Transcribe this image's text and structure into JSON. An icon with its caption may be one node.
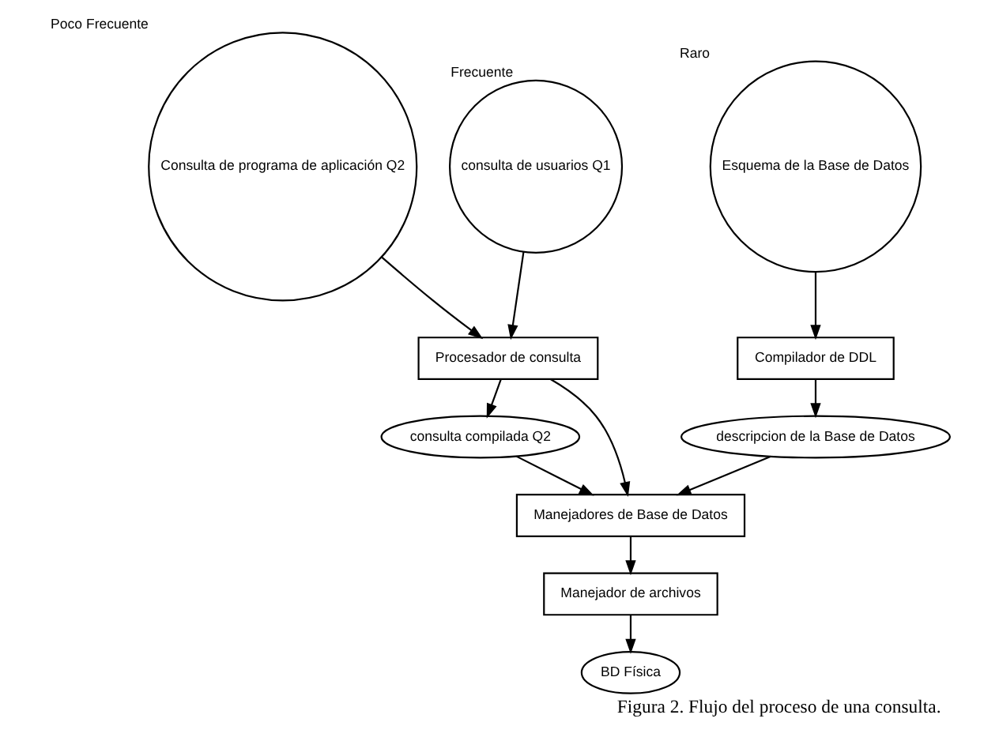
{
  "diagram": {
    "caption": "Figura 2. Flujo del proceso de una consulta.",
    "nodes": [
      {
        "text": [
          "Poco Frecuente",
          "Consulta de programa de aplicación Q2"
        ]
      },
      {
        "text": [
          "Frecuente",
          "consulta de usuarios Q1"
        ]
      },
      {
        "text": [
          "Raro",
          "Esquema de la Base de Datos"
        ]
      },
      {
        "text": [
          "Procesador de consulta"
        ]
      },
      {
        "text": [
          "Compilador de DDL"
        ]
      },
      {
        "text": [
          "consulta compilada Q2"
        ]
      },
      {
        "text": [
          "Manejadores de Base de Datos"
        ]
      },
      {
        "text": [
          "descripcion de la Base de Datos"
        ]
      },
      {
        "text": [
          "Manejador de archivos"
        ]
      },
      {
        "text": [
          "BD Física"
        ]
      }
    ],
    "edges": [
      {
        "from": 0,
        "to": 3,
        "arrow": "to"
      },
      {
        "from": 1,
        "to": 3,
        "arrow": "to"
      },
      {
        "from": 2,
        "to": 4,
        "arrow": "to"
      },
      {
        "from": 3,
        "to": 5,
        "arrow": "to"
      },
      {
        "from": 3,
        "to": 6,
        "arrow": "to"
      },
      {
        "from": 4,
        "to": 7,
        "arrow": "to"
      },
      {
        "from": 5,
        "to": 6,
        "arrow": "to"
      },
      {
        "from": 7,
        "to": 6,
        "arrow": "to"
      },
      {
        "from": 6,
        "to": 8,
        "arrow": "to"
      },
      {
        "from": 8,
        "to": 9,
        "arrow": "to"
      }
    ]
  }
}
